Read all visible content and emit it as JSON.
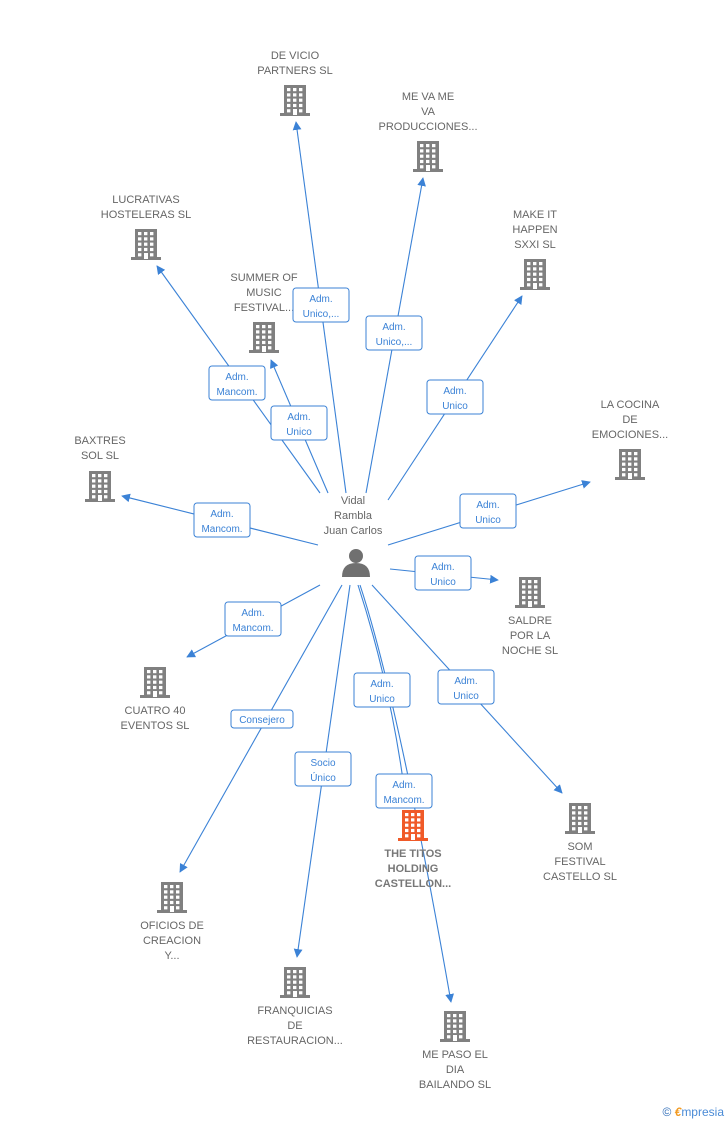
{
  "center": {
    "lines": [
      "Vidal",
      "Rambla",
      "Juan Carlos"
    ],
    "icon": "person-icon"
  },
  "colors": {
    "edge": "#3b82d6",
    "building": "#808080",
    "highlight": "#f05a28",
    "label": "#666666"
  },
  "companies": [
    {
      "id": "de-vicio",
      "lines": [
        "DE VICIO",
        "PARTNERS  SL"
      ]
    },
    {
      "id": "me-va-me",
      "lines": [
        "ME VA ME",
        "VA",
        "PRODUCCIONES..."
      ]
    },
    {
      "id": "lucrativas",
      "lines": [
        "LUCRATIVAS",
        "HOSTELERAS SL"
      ]
    },
    {
      "id": "make-it",
      "lines": [
        "MAKE IT",
        "HAPPEN",
        "SXXI  SL"
      ]
    },
    {
      "id": "summer",
      "lines": [
        "SUMMER OF",
        "MUSIC",
        "FESTIVAL..."
      ]
    },
    {
      "id": "la-cocina",
      "lines": [
        "LA COCINA",
        "DE",
        "EMOCIONES..."
      ]
    },
    {
      "id": "baxtres",
      "lines": [
        "BAXTRES",
        "SOL SL"
      ]
    },
    {
      "id": "saldre",
      "lines": [
        "SALDRE",
        "POR LA",
        "NOCHE  SL"
      ]
    },
    {
      "id": "cuatro40",
      "lines": [
        "CUATRO 40",
        "EVENTOS SL"
      ]
    },
    {
      "id": "som",
      "lines": [
        "SOM",
        "FESTIVAL",
        "CASTELLO  SL"
      ]
    },
    {
      "id": "titos",
      "lines": [
        "THE TITOS",
        "HOLDING",
        "CASTELLON..."
      ],
      "main": true
    },
    {
      "id": "oficios",
      "lines": [
        "OFICIOS DE",
        "CREACION",
        "Y..."
      ]
    },
    {
      "id": "franquicias",
      "lines": [
        "FRANQUICIAS",
        "DE",
        "RESTAURACION..."
      ]
    },
    {
      "id": "me-paso",
      "lines": [
        "ME PASO EL",
        "DIA",
        "BAILANDO  SL"
      ]
    }
  ],
  "edges": [
    {
      "to": "de-vicio",
      "label": [
        "Adm.",
        "Unico,..."
      ]
    },
    {
      "to": "me-va-me",
      "label": [
        "Adm.",
        "Unico,..."
      ]
    },
    {
      "to": "lucrativas",
      "label": [
        "Adm.",
        "Mancom."
      ]
    },
    {
      "to": "summer",
      "label": [
        "Adm.",
        "Unico"
      ]
    },
    {
      "to": "make-it",
      "label": [
        "Adm.",
        "Unico"
      ]
    },
    {
      "to": "la-cocina",
      "label": [
        "Adm.",
        "Unico"
      ]
    },
    {
      "to": "baxtres",
      "label": [
        "Adm.",
        "Mancom."
      ]
    },
    {
      "to": "saldre",
      "label": [
        "Adm.",
        "Unico"
      ]
    },
    {
      "to": "cuatro40",
      "label": [
        "Adm.",
        "Mancom."
      ]
    },
    {
      "to": "som",
      "label": [
        "Adm.",
        "Unico"
      ]
    },
    {
      "to": "oficios",
      "label": [
        "Consejero"
      ]
    },
    {
      "to": "franquicias",
      "label": [
        "Socio",
        "Único"
      ]
    },
    {
      "to": "me-paso",
      "label": [
        "Adm.",
        "Unico"
      ]
    },
    {
      "to": "titos",
      "label": [
        "Adm.",
        "Mancom."
      ]
    }
  ],
  "credit": {
    "symbol": "©",
    "brand_first": "€",
    "brand_rest": "mpresia"
  }
}
